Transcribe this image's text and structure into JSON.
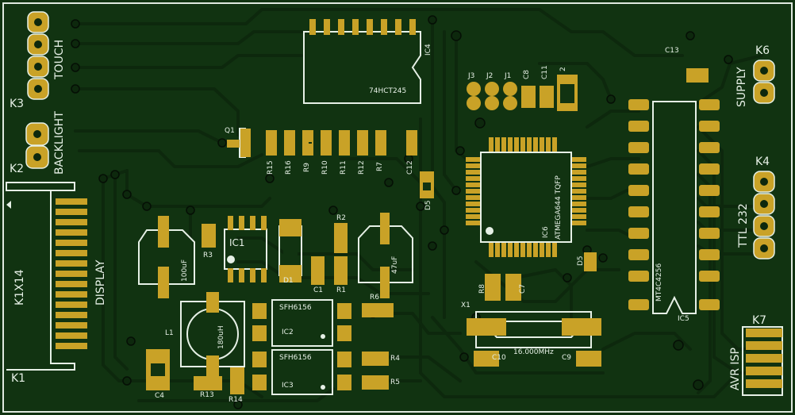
{
  "board": {
    "background_color": "#113311",
    "trace_color": "#0d280d",
    "pad_color": "#c9a227",
    "silk_color": "#e6f0e6"
  },
  "connectors": {
    "k1": "K1",
    "k1x14": "K1X14",
    "display": "DISPLAY",
    "k2": "K2",
    "backlight": "BACKLIGHT",
    "k3": "K3",
    "touch": "TOUCH",
    "k4": "K4",
    "ttl232": "TTL 232",
    "k6": "K6",
    "supply": "SUPPLY",
    "k7": "K7",
    "avr_isp": "AVR ISP"
  },
  "chips": {
    "ic1": "IC1",
    "ic2": "IC2",
    "ic2_part": "SFH6156",
    "ic3": "IC3",
    "ic3_part": "SFH6156",
    "ic4": "IC4",
    "ic4_part": "74HCT245",
    "ic5": "IC5",
    "ic5_part": "MT4C4256",
    "ic6": "IC6",
    "ic6_part": "ATMEGA644 TQFP",
    "q1": "Q1",
    "l1": "L1",
    "l1_value": "180uH",
    "x1": "X1",
    "x1_value": "16.000MHz",
    "d1": "D1",
    "d5": "D5"
  },
  "caps": {
    "c1": "C1",
    "c4": "C4",
    "c7": "C7",
    "c8": "C8",
    "c9": "C9",
    "c10": "C10",
    "c11": "C11",
    "c12": "C12",
    "c13": "C13",
    "c2": "2",
    "cap100": "100uF",
    "cap47": "47uF"
  },
  "resistors": {
    "r1": "R1",
    "r2": "R2",
    "r3": "R3",
    "r4": "R4",
    "r5": "R5",
    "r6": "R6",
    "r7": "R7",
    "r8": "R8",
    "r9": "R9",
    "r10": "R10",
    "r11": "R11",
    "r12": "R12",
    "r13": "R13",
    "r14": "R14",
    "r15": "R15",
    "r16": "R16"
  },
  "jumpers": {
    "j1": "J1",
    "j2": "J2",
    "j3": "J3"
  }
}
